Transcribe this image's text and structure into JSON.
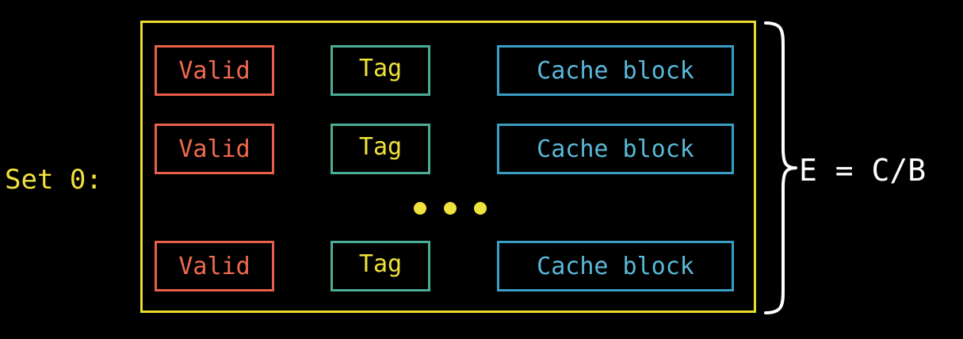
{
  "set_label": "Set 0:",
  "lines": [
    {
      "valid": "Valid",
      "tag": "Tag",
      "block": "Cache block"
    },
    {
      "valid": "Valid",
      "tag": "Tag",
      "block": "Cache block"
    },
    {
      "valid": "Valid",
      "tag": "Tag",
      "block": "Cache block"
    }
  ],
  "equation": "E = C/B",
  "colors": {
    "set_label": "#f0e23c",
    "set_border": "#e9dc2e",
    "valid": "#e8604a",
    "tag_border": "#4aae96",
    "tag_text": "#f0e23c",
    "block": "#3a9ec4",
    "dots": "#f0e23c",
    "brace": "#ffffff",
    "background": "#000000"
  },
  "icons": {
    "ellipsis": "three-dots-icon",
    "brace": "right-curly-brace-icon"
  }
}
